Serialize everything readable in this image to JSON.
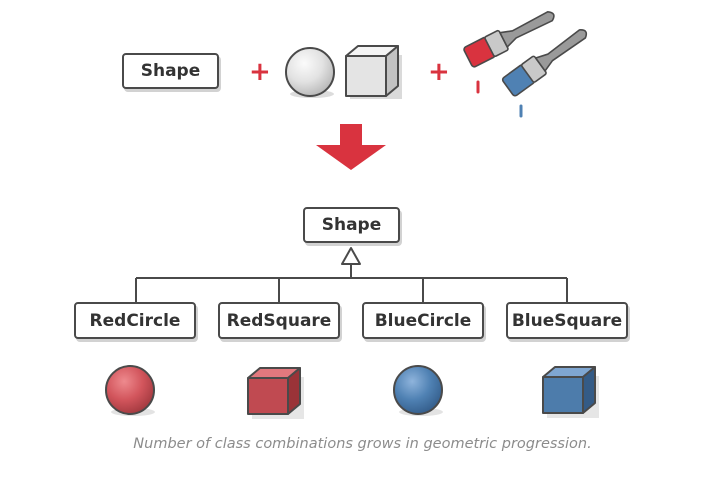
{
  "top_row": {
    "shape_label": "Shape",
    "plus_symbol": "+",
    "plus_color": "#d9333f"
  },
  "hierarchy": {
    "parent_label": "Shape",
    "children": [
      "RedCircle",
      "RedSquare",
      "BlueCircle",
      "BlueSquare"
    ]
  },
  "colors": {
    "red": "#d9333f",
    "red_fill": "#d2555c",
    "blue_fill": "#4f81b3",
    "box_border": "#4a4a4a",
    "caption": "#8c8c8c"
  },
  "icons": {
    "top": [
      "grey-sphere-icon",
      "grey-cube-icon",
      "red-paintbrush-icon",
      "blue-paintbrush-icon"
    ],
    "bottom": [
      "red-sphere-icon",
      "red-cube-icon",
      "blue-sphere-icon",
      "blue-cube-icon"
    ]
  },
  "caption": "Number of class combinations grows in geometric progression."
}
